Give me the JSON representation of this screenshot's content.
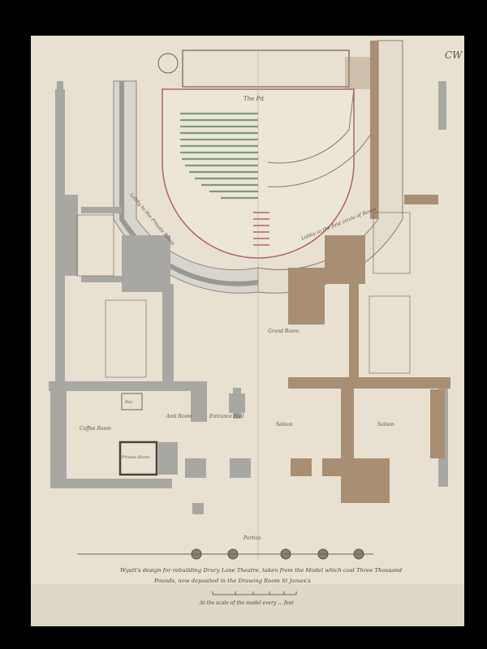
{
  "drawing": {
    "caption_line1": "Wyatt's design for rebuilding Drury Lane Theatre, taken from the Model which cost Three Thousand",
    "caption_line2": "Pounds, now deposited in the Drawing Room St James's",
    "scale_note": "At the scale of the model every ... feet",
    "corner_mark": "CW",
    "labels": {
      "pit": "The Pit",
      "saloon_left": "Saloon",
      "saloon_right": "Saloon",
      "entrance_hall": "Entrance Hall",
      "coffee_room": "Coffee Room",
      "anti_room": "Anti Room",
      "box": "Box",
      "private_room": "Private Room",
      "grand_room": "Grand Room",
      "portico": "Portico",
      "lobby_left": "Lobby to the Private Boxes",
      "lobby_right": "Lobby to the first circle of Boxes"
    },
    "colors": {
      "paper": "#e8e1d2",
      "wall_grey": "#a9a7a2",
      "wall_brown": "#a88e72",
      "pit_red": "#b0606a",
      "bench_green": "#7d9a76"
    }
  }
}
